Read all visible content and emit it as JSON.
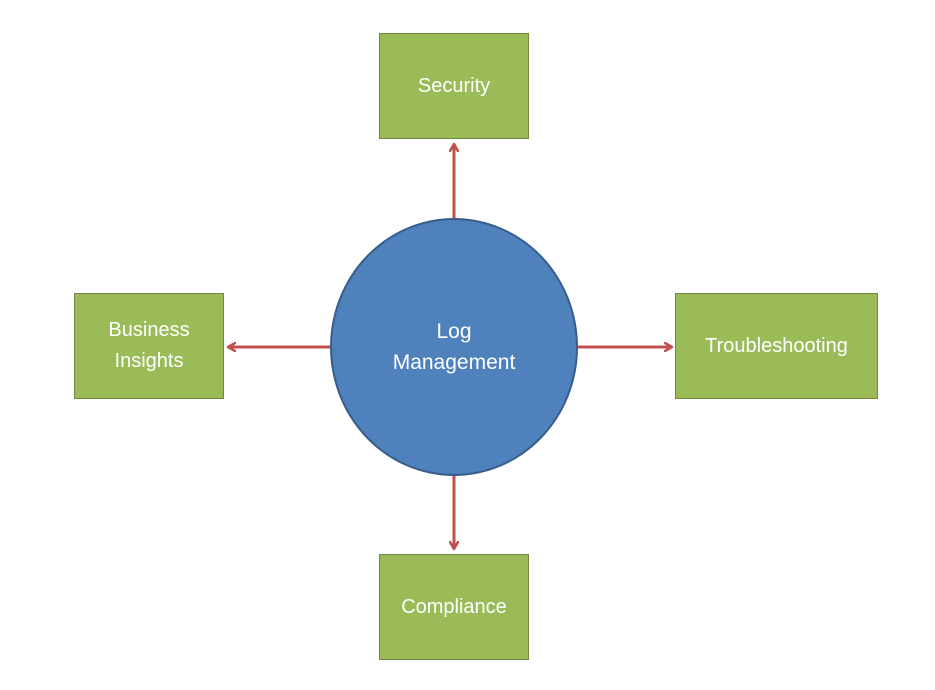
{
  "diagram": {
    "center": {
      "line1": "Log",
      "line2": "Management"
    },
    "nodes": {
      "top": {
        "label": "Security"
      },
      "left": {
        "line1": "Business",
        "line2": "Insights"
      },
      "right": {
        "label": "Troubleshooting"
      },
      "bottom": {
        "label": "Compliance"
      }
    }
  },
  "colors": {
    "box_fill": "#9bbb59",
    "box_border": "#71893f",
    "circle_fill": "#4f81bd",
    "circle_border": "#385d8a",
    "arrow": "#c0504d",
    "text": "#ffffff"
  }
}
